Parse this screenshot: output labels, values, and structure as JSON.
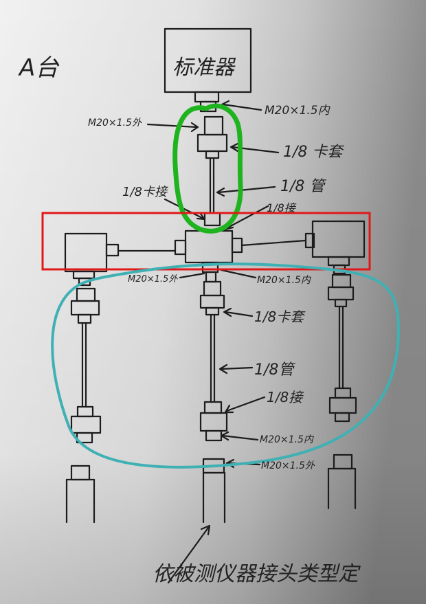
{
  "header": {
    "station_label": "A台"
  },
  "standard_device": {
    "label": "标准器"
  },
  "upper_connection": {
    "thread_inner_label": "M20×1.5内",
    "thread_outer_label": "M20×1.5外",
    "ferrule_label": "1/8 卡套",
    "tube_label": "1/8 管",
    "left_joint_label": "1/8卡接",
    "right_joint_label": "1/8接"
  },
  "lower_connection": {
    "thread_outer_left_label": "M20×1.5外",
    "thread_inner_right_label": "M20×1.5内",
    "ferrule_label": "1/8卡套",
    "tube_label": "1/8管",
    "joint_label": "1/8接",
    "bottom_thread_inner_label": "M20×1.5内",
    "bottom_thread_outer_label": "M20×1.5外"
  },
  "footer": {
    "note": "依被测仪器接头类型定"
  },
  "highlight_colors": {
    "green_outline": "#1fb41f",
    "red_box": "#e01818",
    "cyan_outline": "#3fb0b4",
    "ink": "#1c1c1c",
    "paper_light": "#efefef",
    "paper_dark": "#8e8e8e"
  }
}
